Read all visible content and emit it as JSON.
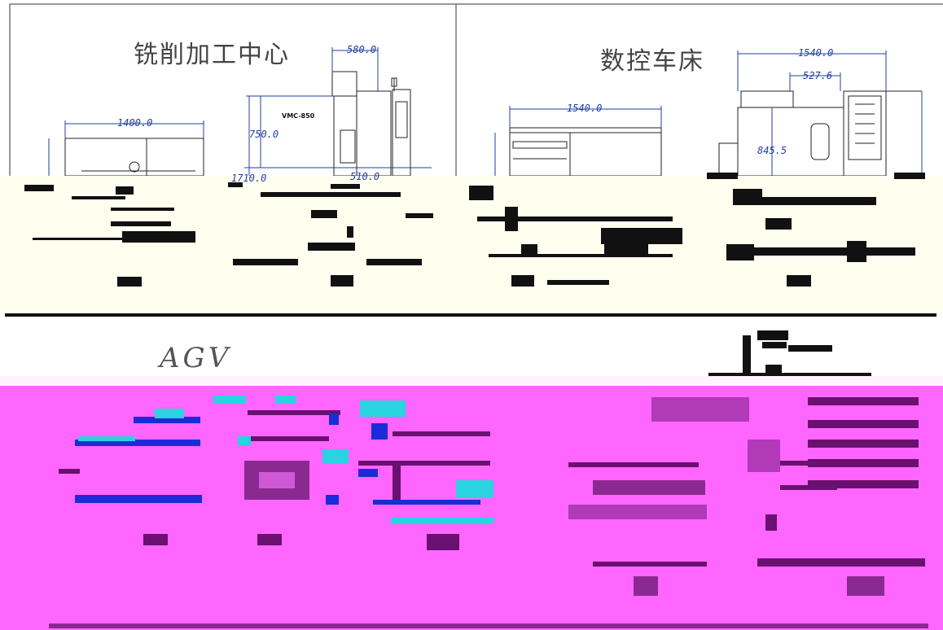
{
  "panels": {
    "milling": {
      "title": "铣削加工中心",
      "model": "VMC-850"
    },
    "lathe": {
      "title": "数控车床"
    },
    "agv": {
      "title": "AGV"
    }
  },
  "dimensions": {
    "milling_width": "1400.0",
    "milling_side_top": "580.0",
    "milling_height": "750.0",
    "milling_total": "1710.0",
    "milling_base": "510.0",
    "lathe_front_width": "1540.0",
    "lathe_side_width": "1540.0",
    "lathe_side_inner": "527.6",
    "lathe_side_height": "845.5"
  },
  "colors": {
    "background": "#ffffff",
    "line": "#222222",
    "dimension": "#1f3fa0",
    "band_pale": "#fffff0",
    "band_magenta": "#ff66ff",
    "artifact_cyan": "#29d3e0",
    "artifact_blue": "#1a2cd8"
  }
}
